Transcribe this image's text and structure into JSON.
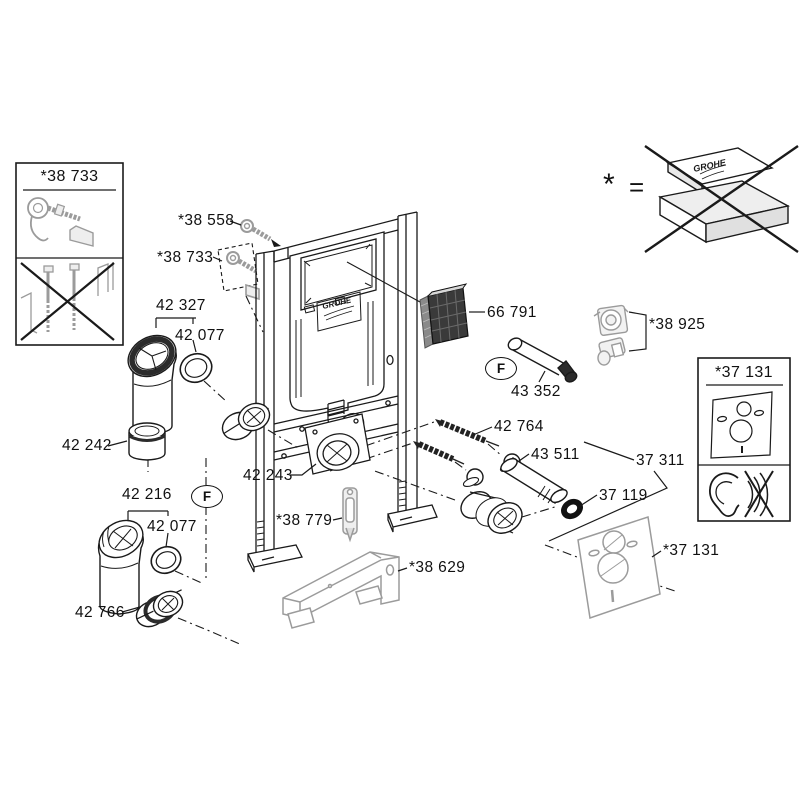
{
  "diagram": {
    "kind": "exploded-parts-diagram",
    "brand": "GROHE"
  },
  "legend": {
    "asterisk": "*",
    "equals": "=",
    "crossed_box_text": "GROHE"
  },
  "inset_top_left": {
    "part_number": "*38 733"
  },
  "inset_right": {
    "part_number": "*37 131"
  },
  "cistern_logo": "GROHE",
  "callouts": {
    "c38558": "*38 558",
    "c38733": "*38 733",
    "c42327": "42 327",
    "c42077_top": "42 077",
    "c42242": "42 242",
    "c42216": "42 216",
    "c42077_bottom": "42 077",
    "c42766": "42 766",
    "f_left": "F",
    "c42243": "42 243",
    "c38779": "*38 779",
    "c38629": "*38 629",
    "c66791": "66 791",
    "f_right": "F",
    "c43352": "43 352",
    "c38925": "*38 925",
    "c42764": "42 764",
    "c43511": "43 511",
    "c37311": "37 311",
    "c37119": "37 119",
    "c37131": "*37 131"
  },
  "colors": {
    "line": "#1a1a1a",
    "gray_part": "#9b9b9b",
    "dark_fill": "#2b2b2b",
    "background": "#ffffff"
  }
}
